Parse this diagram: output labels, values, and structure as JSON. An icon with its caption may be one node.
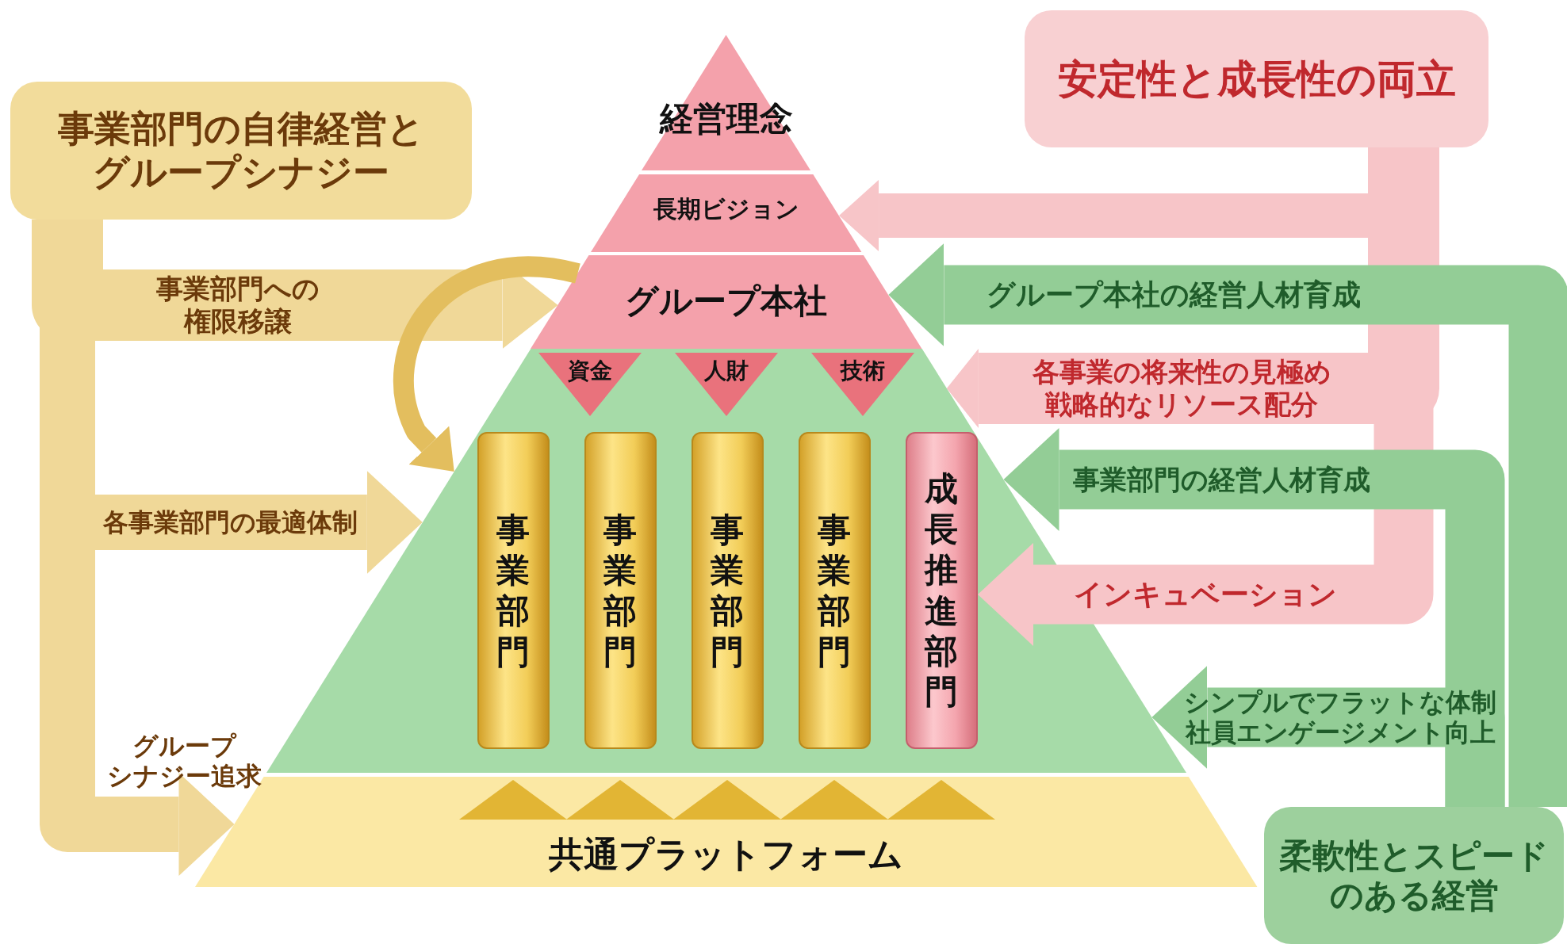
{
  "diagram": {
    "nodes": [
      {
        "text": [
          "事業部門の自律経営とグループシナジー"
        ]
      },
      {
        "text": [
          "安定性と成長性の両立"
        ]
      },
      {
        "text": [
          "経営理念"
        ]
      },
      {
        "text": [
          "長期ビジョン"
        ]
      },
      {
        "text": [
          "グループ本社"
        ]
      },
      {
        "text": [],
        "shape": "trapezoid"
      },
      {
        "text": [
          "資金"
        ],
        "in": 5
      },
      {
        "text": [
          "人財"
        ],
        "in": 5
      },
      {
        "text": [
          "技術"
        ],
        "in": 5
      },
      {
        "text": [
          "事業部門"
        ],
        "in": 5
      },
      {
        "text": [
          "事業部門"
        ],
        "in": 5
      },
      {
        "text": [
          "事業部門"
        ],
        "in": 5
      },
      {
        "text": [
          "事業部門"
        ],
        "in": 5
      },
      {
        "text": [
          "成長推進部門"
        ],
        "in": 5
      },
      {
        "text": [
          "共通プラットフォーム"
        ]
      },
      {
        "text": [],
        "shape": "triangle",
        "in": 14
      },
      {
        "text": [],
        "shape": "triangle",
        "in": 14
      },
      {
        "text": [],
        "shape": "triangle",
        "in": 14
      },
      {
        "text": [],
        "shape": "triangle",
        "in": 14
      },
      {
        "text": [],
        "shape": "triangle",
        "in": 14
      },
      {
        "text": [
          "柔軟性とスピードのある経営"
        ]
      }
    ],
    "edges": [
      {
        "from": 0,
        "to": 4,
        "arrow": "to",
        "label": "事業部門への権限移譲",
        "color": "#f0d898"
      },
      {
        "from": 0,
        "to": 5,
        "arrow": "to",
        "label": "各事業部門の最適体制",
        "color": "#f0d898"
      },
      {
        "from": 0,
        "to": 14,
        "arrow": "to",
        "label": "グループシナジー追求",
        "color": "#f0d898"
      },
      {
        "from": 4,
        "to": 5,
        "arrow": "to",
        "color": "#e3be5e"
      },
      {
        "from": 1,
        "to": 3,
        "arrow": "to",
        "color": "#f7c5c8"
      },
      {
        "from": 1,
        "to": 5,
        "arrow": "to",
        "label": "各事業の将来性の見極め戦略的なリソース配分",
        "color": "#f7c5c8"
      },
      {
        "from": 1,
        "to": 13,
        "arrow": "to",
        "label": "インキュベーション",
        "color": "#f7c5c8"
      },
      {
        "from": 20,
        "to": 4,
        "arrow": "to",
        "label": "グループ本社の経営人材育成",
        "color": "#93cd96"
      },
      {
        "from": 20,
        "to": 5,
        "arrow": "to",
        "label": "事業部門の経営人材育成",
        "color": "#93cd96"
      },
      {
        "from": 20,
        "to": 5,
        "arrow": "to",
        "label": "シンプルでフラットな体制社員エンゲージメント向上",
        "color": "#93cd96"
      }
    ]
  }
}
